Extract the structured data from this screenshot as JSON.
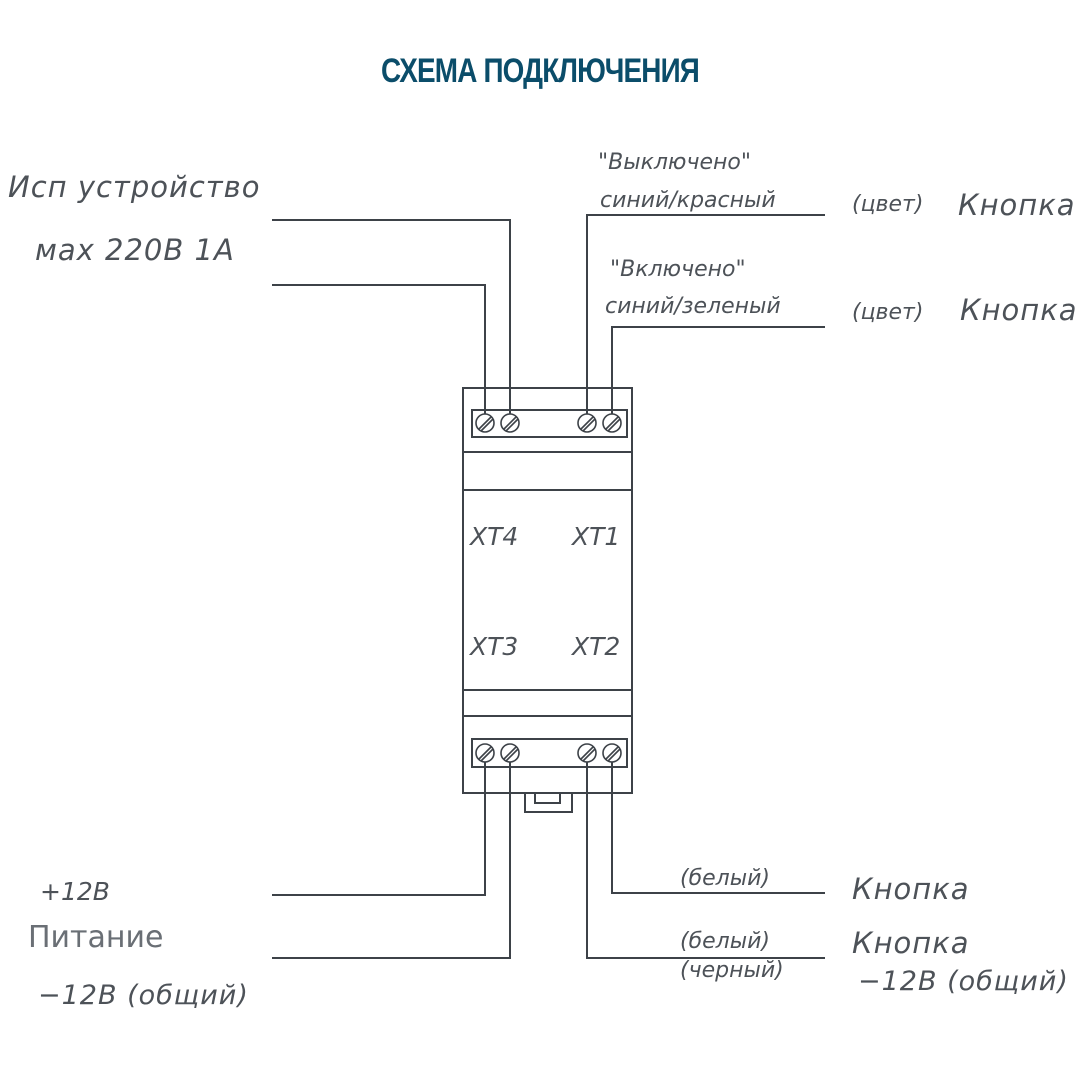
{
  "title": "СХЕМА ПОДКЛЮЧЕНИЯ",
  "left_top": {
    "device": "Исп устройство",
    "rating": "мах 220В 1А"
  },
  "right_top": [
    {
      "state": "\"Выключено\"",
      "colors": "синий/красный",
      "color_note": "(цвет)",
      "target": "Кнопка"
    },
    {
      "state": "\"Включено\"",
      "colors": "синий/зеленый",
      "color_note": "(цвет)",
      "target": "Кнопка"
    }
  ],
  "module": {
    "terminals": [
      "XT4",
      "XT1",
      "XT3",
      "XT2"
    ]
  },
  "left_bottom": {
    "plus": "+12В",
    "power": "Питание",
    "minus": "−12В (общий)"
  },
  "right_bottom": [
    {
      "color": "(белый)",
      "target": "Кнопка"
    },
    {
      "color": "(белый)",
      "color2": "(черный)",
      "target": "Кнопка",
      "note": "−12В (общий)"
    }
  ]
}
